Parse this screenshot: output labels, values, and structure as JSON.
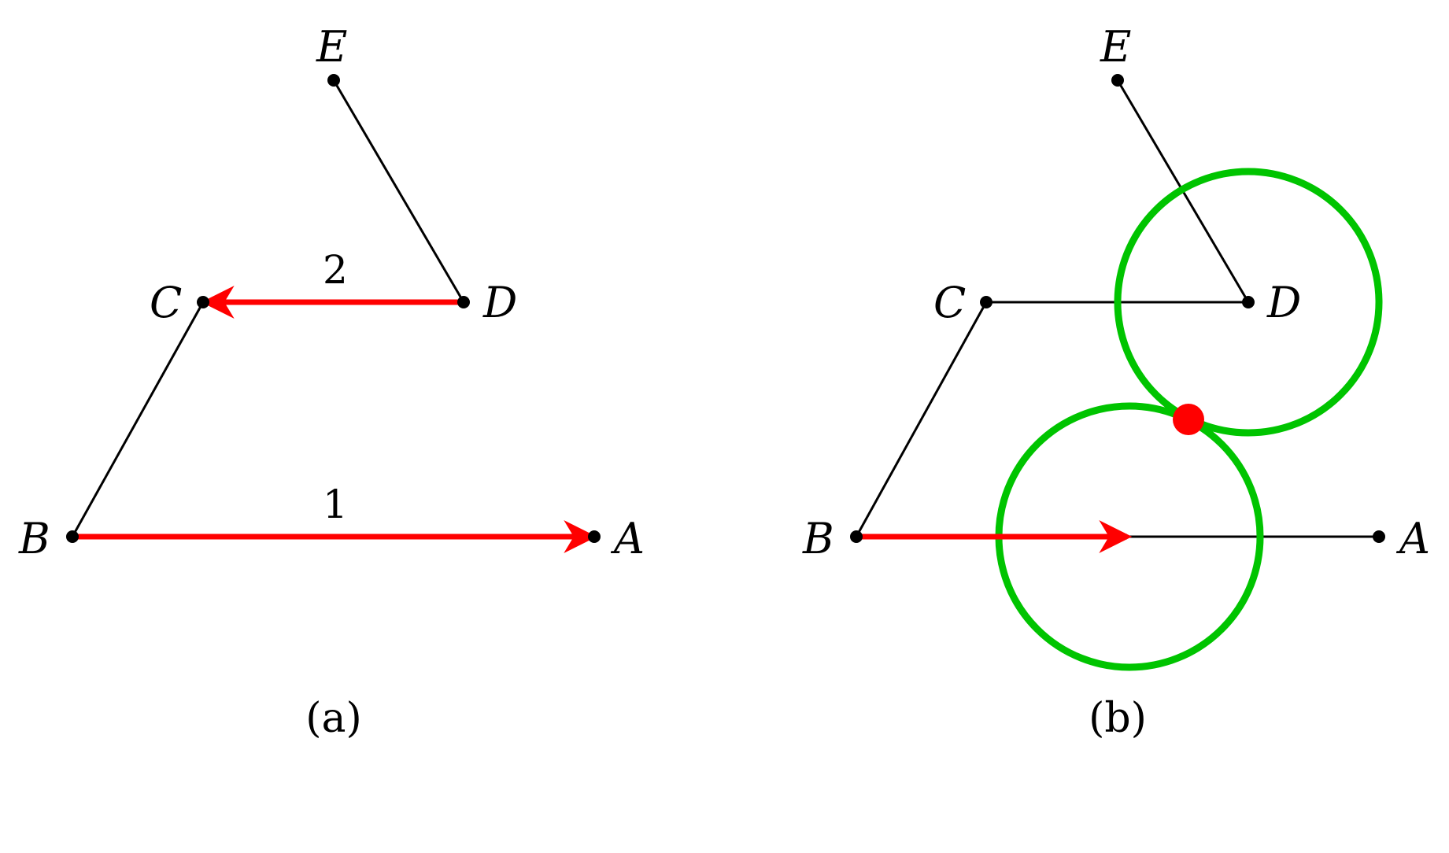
{
  "colors": {
    "line": "#000000",
    "arrow": "#ff0000",
    "circle": "#00c400",
    "point": "#000000",
    "intersection": "#ff0000"
  },
  "panel_a": {
    "caption": "(a)",
    "points": {
      "A": "A",
      "B": "B",
      "C": "C",
      "D": "D",
      "E": "E"
    },
    "arrow_labels": {
      "first": "1",
      "second": "2"
    }
  },
  "panel_b": {
    "caption": "(b)",
    "points": {
      "A": "A",
      "B": "B",
      "C": "C",
      "D": "D",
      "E": "E"
    }
  }
}
